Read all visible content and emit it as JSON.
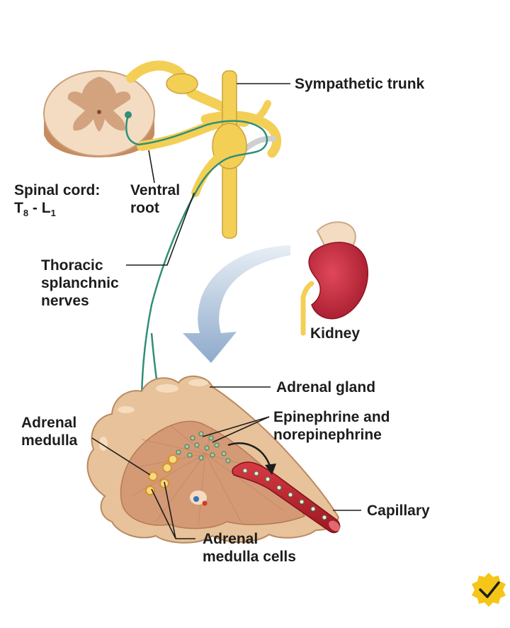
{
  "labels": {
    "sympathetic_trunk": "Sympathetic trunk",
    "spinal_cord_line1": "Spinal cord:",
    "spinal_cord_T": "T",
    "spinal_cord_T_sub": "8",
    "spinal_cord_sep": " - ",
    "spinal_cord_L": "L",
    "spinal_cord_L_sub": "1",
    "ventral_root_line1": "Ventral",
    "ventral_root_line2": "root",
    "thoracic_line1": "Thoracic",
    "thoracic_line2": "splanchnic",
    "thoracic_line3": "nerves",
    "kidney": "Kidney",
    "adrenal_gland": "Adrenal gland",
    "adrenal_medulla_line1": "Adrenal",
    "adrenal_medulla_line2": "medulla",
    "epinephrine_line1": "Epinephrine and",
    "epinephrine_line2": "norepinephrine",
    "capillary": "Capillary",
    "medulla_cells_line1": "Adrenal",
    "medulla_cells_line2": "medulla cells"
  },
  "icons": {
    "corner_badge": "checkmark-badge-icon"
  },
  "colors": {
    "nerve_yellow": "#f3cf56",
    "nerve_yellow_dark": "#c9a23a",
    "fiber_green": "#2f8f78",
    "cord_tan": "#f3dcc2",
    "cord_gray_matter": "#d2a37e",
    "kidney_red": "#c8283a",
    "arrow_blue": "#9fb7d1",
    "gland_cortex": "#e7c29a",
    "gland_medulla": "#d49975",
    "capillary_red": "#b8202b",
    "badge_yellow": "#f5c518"
  }
}
